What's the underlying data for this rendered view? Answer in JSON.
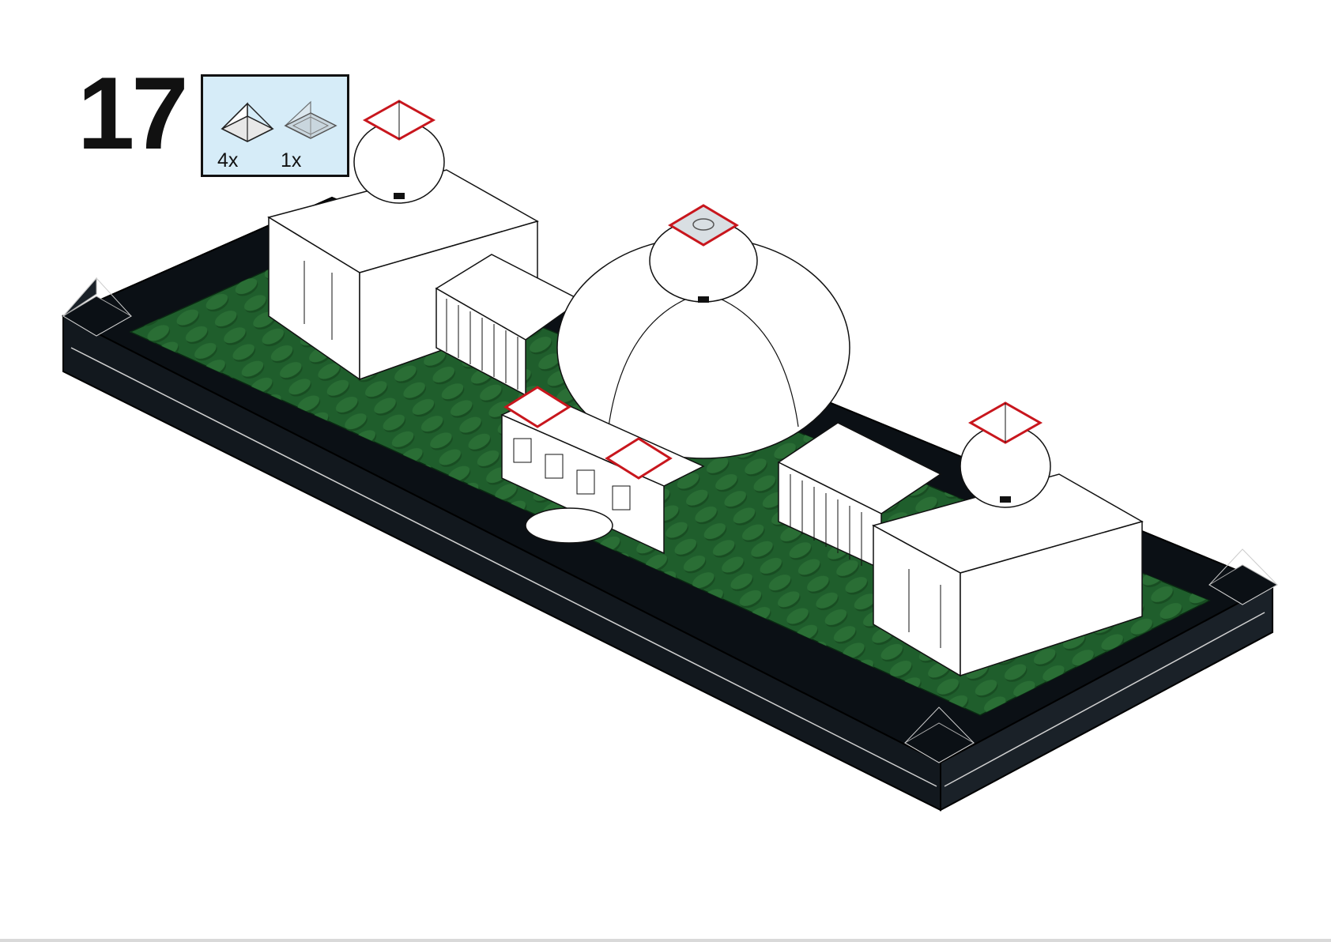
{
  "step": {
    "number": "17"
  },
  "parts_list": [
    {
      "quantity": "4x",
      "icon": "white-roof-tile-1x1-icon",
      "color": "#f4f4f4"
    },
    {
      "quantity": "1x",
      "icon": "transparent-roof-tile-1x1-icon",
      "color": "#c9d6de"
    }
  ],
  "colors": {
    "callout_background": "#d6ecf8",
    "baseplate_green": "#1f5e2c",
    "stud_green": "#184d22",
    "border_black": "#0b1015",
    "building_white": "#ffffff",
    "highlight_red": "#c8161d"
  }
}
